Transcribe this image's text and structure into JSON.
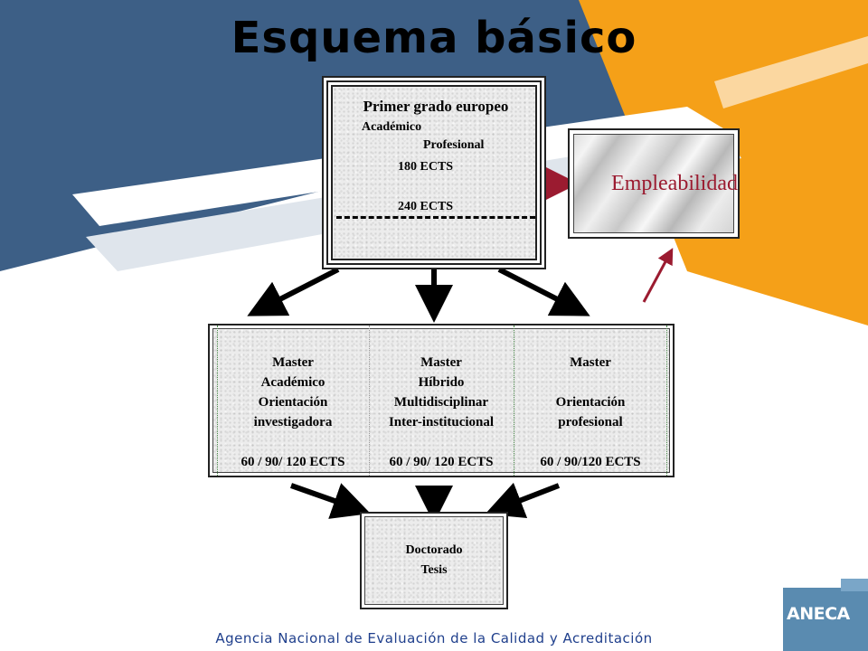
{
  "title": "Esquema básico",
  "primer": {
    "title": "Primer grado europeo",
    "academico": "Académico",
    "profesional": "Profesional",
    "ects_180": "180 ECTS",
    "ects_240": "240 ECTS"
  },
  "empleabilidad": "Empleabilidad",
  "masters": [
    {
      "line1": "Master",
      "line2": "Académico",
      "line3": "Orientación",
      "line4": "investigadora",
      "ects": "60 / 90/ 120 ECTS"
    },
    {
      "line1": "Master",
      "line2": "Híbrido",
      "line3": "Multidisciplinar",
      "line4": "Inter-institucional",
      "ects": "60 / 90/ 120 ECTS"
    },
    {
      "line1": "Master",
      "line2": "",
      "line3": "Orientación",
      "line4": "profesional",
      "ects": "60 / 90/120  ECTS"
    }
  ],
  "doctorado": {
    "line1": "Doctorado",
    "line2": "Tesis"
  },
  "footer": "Agencia Nacional de Evaluación de la Calidad y Acreditación",
  "logo_text": "ANECA",
  "colors": {
    "navy": "#3d5f86",
    "orange": "#f5a018",
    "arrow_red": "#9b1b30",
    "footer_text": "#1f3f8c"
  }
}
